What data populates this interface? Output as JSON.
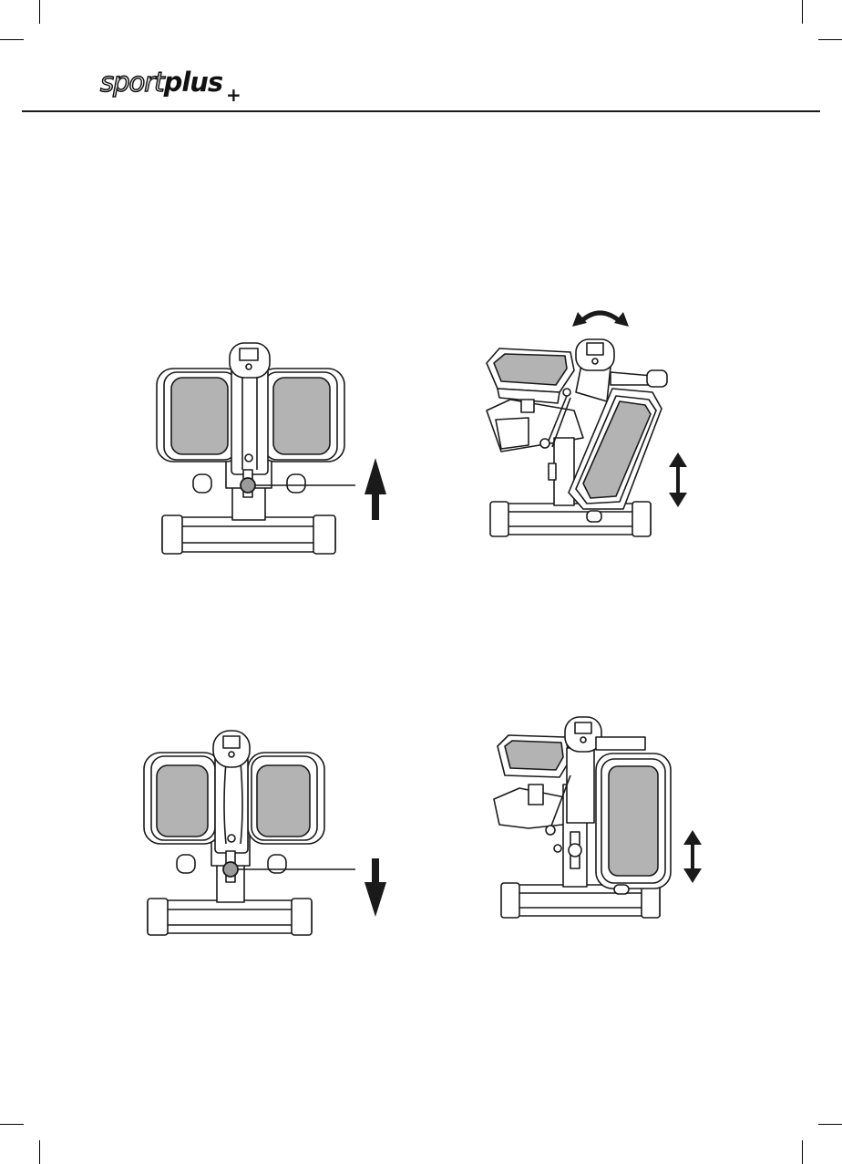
{
  "brand": {
    "logo_text_light": "sport",
    "logo_text_bold": "plus",
    "logo_symbol": "+"
  },
  "figures": [
    {
      "name": "stepper-front-view-up",
      "arrow": "arrow-up-icon"
    },
    {
      "name": "stepper-side-view-rotate",
      "arrows": [
        "curved-double-arrow-icon",
        "vertical-double-arrow-icon"
      ]
    },
    {
      "name": "stepper-front-view-down",
      "arrow": "arrow-down-icon"
    },
    {
      "name": "stepper-side-view-vertical",
      "arrows": [
        "vertical-double-arrow-icon"
      ]
    }
  ],
  "colors": {
    "line": "#1a1a1a",
    "pedal_fill": "#b3b3b3",
    "knob_fill": "#9a9a9a",
    "background": "#ffffff"
  }
}
